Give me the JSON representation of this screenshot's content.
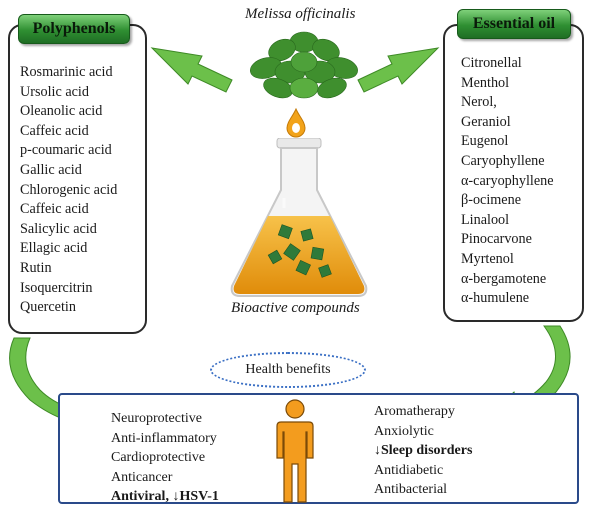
{
  "title": "Melissa officinalis",
  "flask_caption": "Bioactive compounds",
  "polyphenols": {
    "header": "Polyphenols",
    "items": [
      "Rosmarinic acid",
      "Ursolic acid",
      "Oleanolic acid",
      "Caffeic acid",
      "p-coumaric acid",
      "Gallic acid",
      "Chlorogenic acid",
      "Caffeic acid",
      "Salicylic acid",
      "Ellagic acid",
      "Rutin",
      "Isoquercitrin",
      "Quercetin"
    ]
  },
  "essential_oil": {
    "header": "Essential oil",
    "items": [
      "Citronellal",
      "Menthol",
      "Nerol,",
      "Geraniol",
      "Eugenol",
      "Caryophyllene",
      "α-caryophyllene",
      "β-ocimene",
      "Linalool",
      "Pinocarvone",
      "Myrtenol",
      "α-bergamotene",
      "α-humulene"
    ]
  },
  "health": {
    "label": "Health benefits",
    "left": [
      "Neuroprotective",
      "Anti-inflammatory",
      "Cardioprotective",
      "Anticancer",
      "Antiviral, ↓HSV-1"
    ],
    "right": [
      "Aromatherapy",
      "Anxiolytic",
      "↓Sleep disorders",
      "Antidiabetic",
      "Antibacterial"
    ]
  },
  "colors": {
    "arrow_green": "#6cc04a",
    "flask_liquid": "#f2a31a",
    "person": "#f39c1e",
    "box_border": "#2a4a8a"
  }
}
